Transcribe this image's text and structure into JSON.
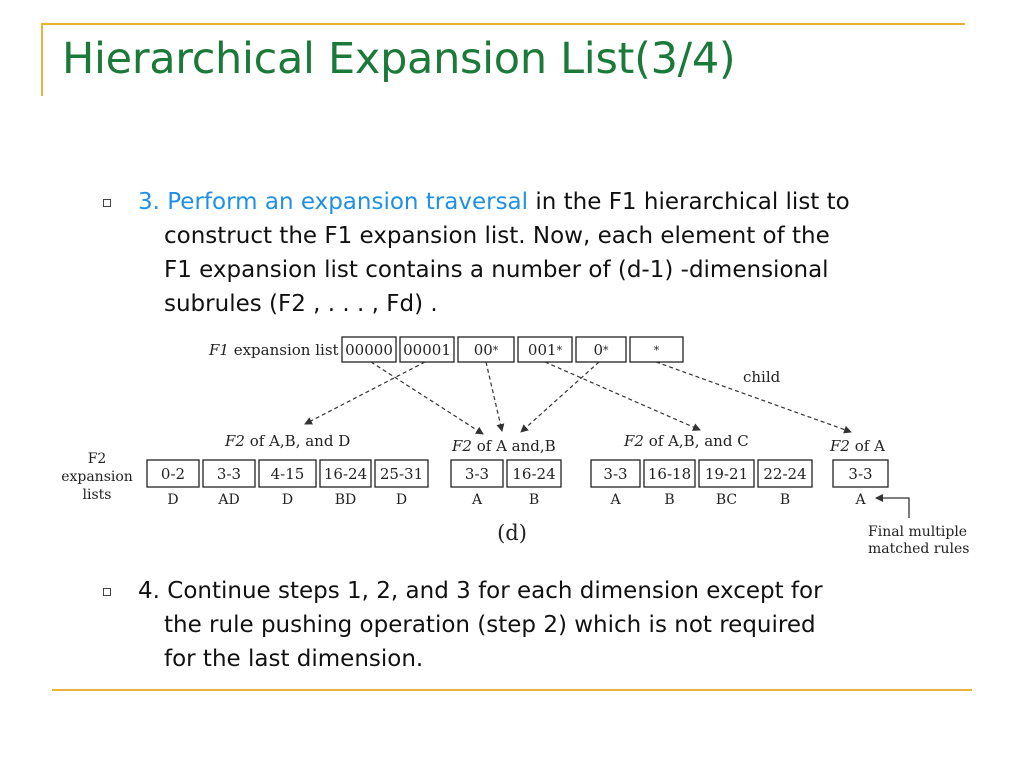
{
  "slide": {
    "title": "Hierarchical Expansion List(3/4)",
    "bullet1": {
      "highlight": "3. Perform an expansion traversal",
      "line1_rest": " in the F1 hierarchical list to",
      "line2": "construct the F1 expansion list. Now, each element of the",
      "line3": "F1 expansion list contains a number of (d-1) -dimensional",
      "line4": "subrules (F2 ,  . . . , Fd) ."
    },
    "bullet2": {
      "line1": "4. Continue steps 1, 2, and 3 for each dimension except for",
      "line2": "the rule pushing operation (step 2) which is not required",
      "line3": "for the last dimension."
    },
    "accent_color": "#e6b436",
    "title_color": "#1b7a3a",
    "highlight_color": "#1e90e6"
  },
  "diagram": {
    "f1_label_italic": "F1",
    "f1_label_rest": " expansion list",
    "f1_boxes": [
      "00000",
      "00001",
      "00*",
      "001*",
      "0*",
      "*"
    ],
    "child_label": "child",
    "f2_lists_label": [
      "F2",
      "expansion",
      "lists"
    ],
    "groups": [
      {
        "label_italic": "F2",
        "label_rest": " of A,B, and D",
        "boxes": [
          "0-2",
          "3-3",
          "4-15",
          "16-24",
          "25-31"
        ],
        "letters": [
          "D",
          "AD",
          "D",
          "BD",
          "D"
        ]
      },
      {
        "label_italic": "F2",
        "label_rest": " of A and,B",
        "boxes": [
          "3-3",
          "16-24"
        ],
        "letters": [
          "A",
          "B"
        ]
      },
      {
        "label_italic": "F2",
        "label_rest": " of A,B, and C",
        "boxes": [
          "3-3",
          "16-18",
          "19-21",
          "22-24"
        ],
        "letters": [
          "A",
          "B",
          "BC",
          "B"
        ]
      },
      {
        "label_italic": "F2",
        "label_rest": " of A",
        "boxes": [
          "3-3"
        ],
        "letters": [
          "A"
        ]
      }
    ],
    "caption": "(d)",
    "final_note": [
      "Final multiple",
      "matched rules"
    ]
  }
}
